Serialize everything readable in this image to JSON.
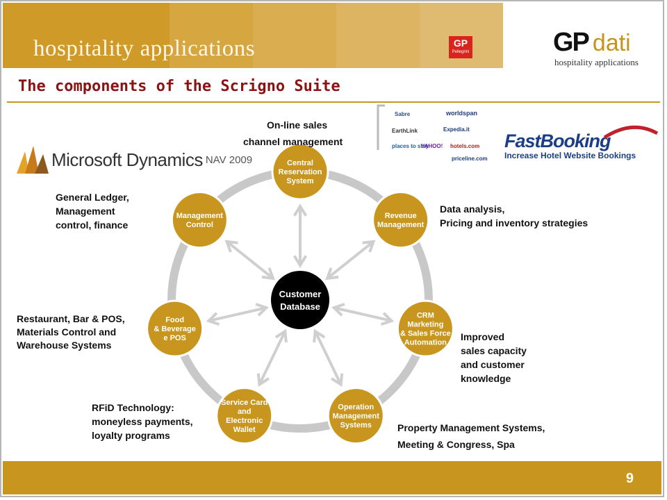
{
  "header": {
    "title": "hospitality applications",
    "badge_top": "GP",
    "badge_bottom": "Pellegrini",
    "logo_gp": "GP",
    "logo_dati": "dati",
    "logo_sub": "hospitality applications"
  },
  "page_title": "The components of the Scrigno Suite",
  "page_number": "9",
  "microsoft": {
    "name": "Microsoft Dynamics",
    "version": "NAV 2009"
  },
  "fastbooking": {
    "name": "FastBooking",
    "tagline": "Increase Hotel Website Bookings"
  },
  "channel_logos": [
    "Sabre",
    "worldspan",
    "EarthLink",
    "Expedia.it",
    "places to stay",
    "YAHOO!",
    "hotels.com",
    "priceline.com"
  ],
  "hub": {
    "line1": "Customer",
    "line2": "Database"
  },
  "nodes": [
    {
      "lines": [
        "Central",
        "Reservation",
        "System"
      ]
    },
    {
      "lines": [
        "Revenue",
        "Management"
      ]
    },
    {
      "lines": [
        "CRM",
        "Marketing",
        "& Sales Force",
        "Automation"
      ]
    },
    {
      "lines": [
        "Operation",
        "Management",
        "Systems"
      ]
    },
    {
      "lines": [
        "Service Card",
        "and",
        "Electronic",
        "Wallet"
      ]
    },
    {
      "lines": [
        "Food",
        "& Beverage",
        "e POS"
      ]
    },
    {
      "lines": [
        "Management",
        "Control"
      ]
    }
  ],
  "labels": {
    "online_1": "On-line sales",
    "online_2": "channel management",
    "gl_1": "General Ledger,",
    "gl_2": "Management",
    "gl_3": "control, finance",
    "data_1": "Data analysis,",
    "data_2": "Pricing and inventory strategies",
    "rest_1": "Restaurant, Bar & POS,",
    "rest_2": "Materials Control and",
    "rest_3": "Warehouse Systems",
    "imp_1": "Improved",
    "imp_2": "sales capacity",
    "imp_3": "and customer",
    "imp_4": "knowledge",
    "rfid_1": "RFiD Technology:",
    "rfid_2": "moneyless payments,",
    "rfid_3": "loyalty programs",
    "pms_1": "Property Management Systems,",
    "pms_2": "Meeting & Congress, Spa"
  },
  "colors": {
    "gold": "#c8961f",
    "node": "#c8961f",
    "hub": "#000000",
    "title": "#8b1313",
    "ring": "#c8c8c8",
    "arrow": "#cfcfcf"
  }
}
